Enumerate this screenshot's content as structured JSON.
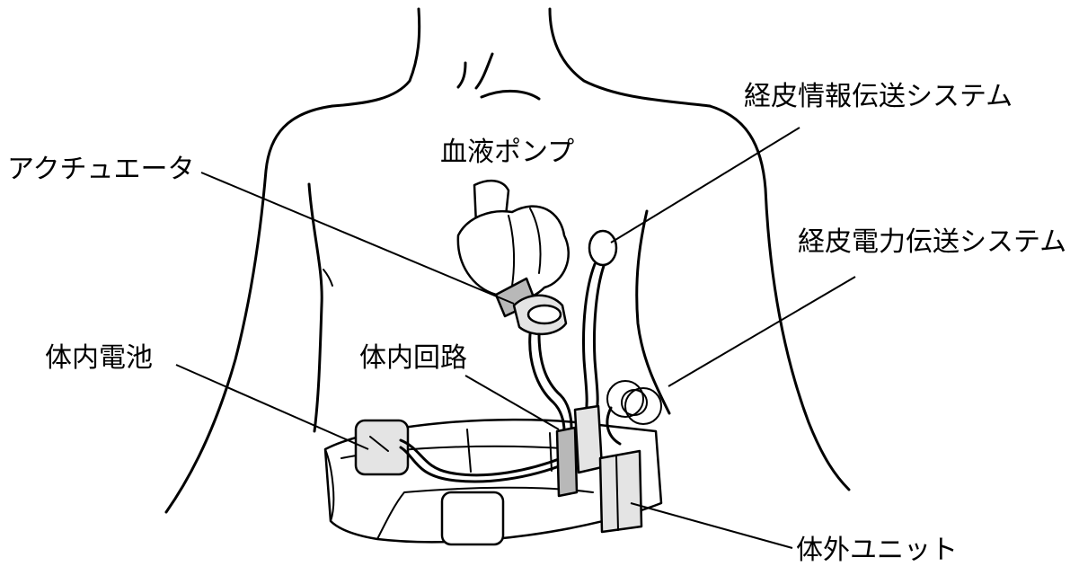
{
  "labels": {
    "actuator": "アクチュエータ",
    "blood_pump": "血液ポンプ",
    "transcutaneous_info": "経皮情報伝送システム",
    "transcutaneous_power": "経皮電力伝送システム",
    "internal_battery": "体内電池",
    "internal_circuit": "体内回路",
    "external_unit": "体外ユニット"
  }
}
